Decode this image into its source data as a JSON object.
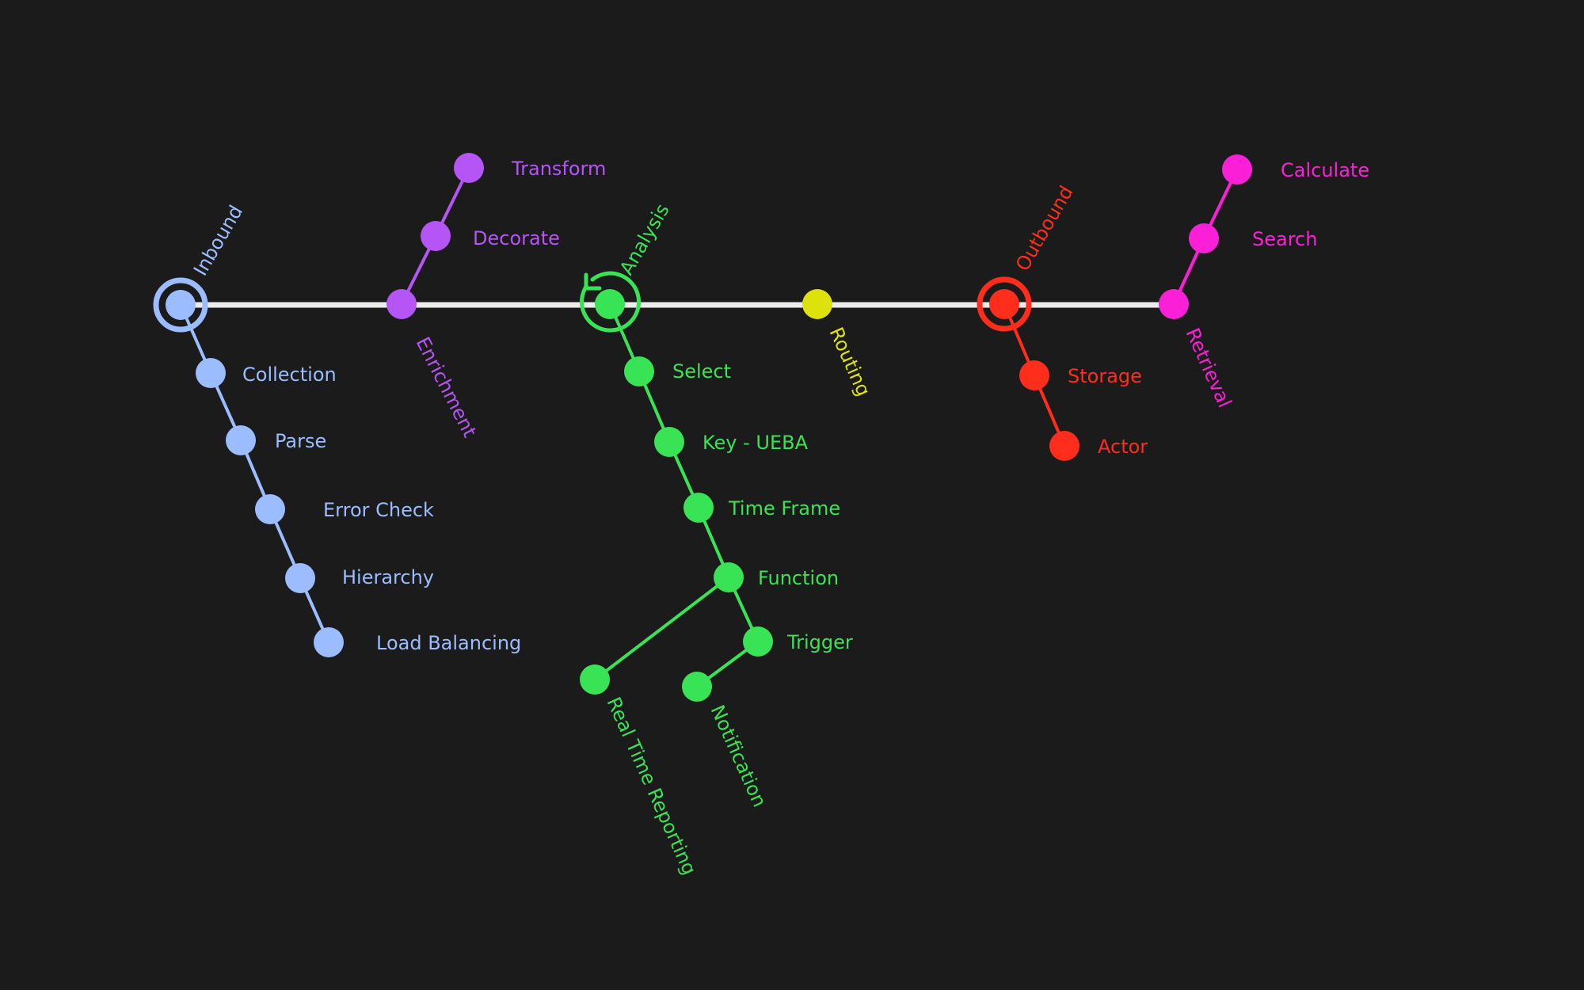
{
  "colors": {
    "background": "#1b1b1b",
    "spine": "#ececec",
    "inbound": "#9bbcff",
    "enrichment": "#b655f5",
    "analysis": "#39e356",
    "routing": "#dde10c",
    "outbound": "#fe2d1c",
    "retrieval": "#fb20d8"
  },
  "stages": {
    "inbound": "Inbound",
    "enrichment": "Enrichment",
    "analysis": "Analysis",
    "routing": "Routing",
    "outbound": "Outbound",
    "retrieval": "Retrieval"
  },
  "inbound_items": {
    "collection": "Collection",
    "parse": "Parse",
    "error_check": "Error Check",
    "hierarchy": "Hierarchy",
    "load_balancing": "Load Balancing"
  },
  "enrichment_items": {
    "decorate": "Decorate",
    "transform": "Transform"
  },
  "analysis_items": {
    "select": "Select",
    "key_ueba": "Key - UEBA",
    "time_frame": "Time Frame",
    "function": "Function",
    "trigger": "Trigger",
    "real_time_reporting": "Real Time Reporting",
    "notification": "Notification"
  },
  "outbound_items": {
    "storage": "Storage",
    "actor": "Actor"
  },
  "retrieval_items": {
    "search": "Search",
    "calculate": "Calculate"
  },
  "icons": {
    "inbound": "target-ring-icon",
    "analysis": "refresh-loop-icon",
    "outbound": "target-ring-icon"
  }
}
